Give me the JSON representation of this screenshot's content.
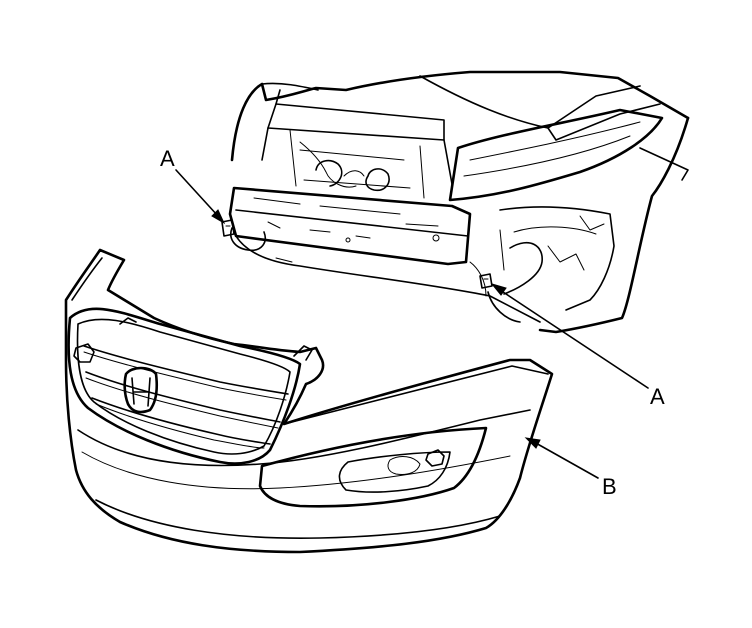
{
  "callouts": {
    "label_a_left": "A",
    "label_a_right": "A",
    "label_b": "B"
  },
  "colors": {
    "ink": "#000000",
    "background": "#ffffff"
  }
}
